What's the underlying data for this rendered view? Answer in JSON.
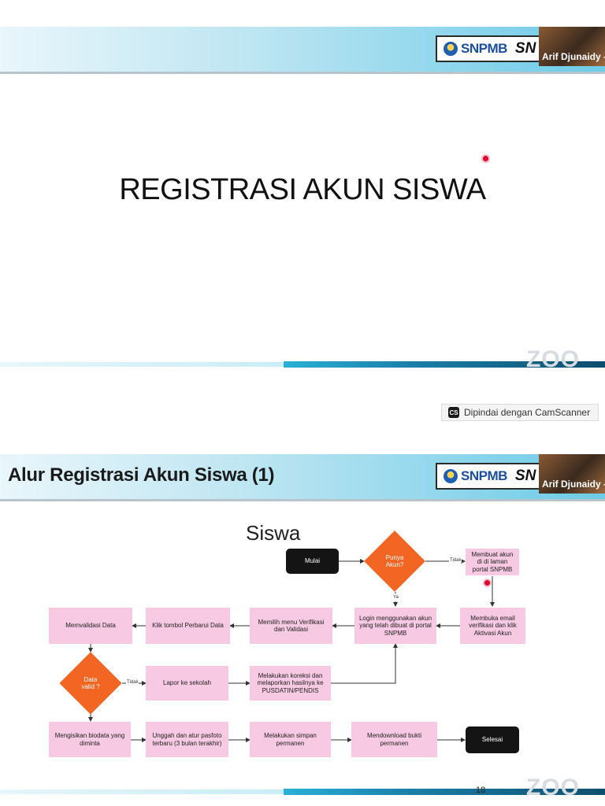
{
  "slide1": {
    "title": "REGISTRASI AKUN SISWA",
    "logo_text": "SNPMB",
    "logo_text_2": "SN",
    "presenter_name": "Arif Djunaidy -...",
    "zoom_watermark": "ZOO"
  },
  "scanner_badge": {
    "icon_label": "CS",
    "text": "Dipindai dengan CamScanner"
  },
  "slide2": {
    "title": "Alur Registrasi Akun Siswa (1)",
    "logo_text": "SNPMB",
    "logo_text_2": "SN",
    "presenter_name": "Arif Djunaidy -...",
    "lane_title": "Siswa",
    "page_number": "18",
    "zoom_watermark": "ZOO",
    "nodes": {
      "mulai": "Mulai",
      "punya_akun": "Punya Akun?",
      "membuat_akun": "Membuat akun di di laman portal SNPMB",
      "membuka_email": "Membuka email verifikasi dan klik Aktivasi Akun",
      "login": "Login menggunakan akun yang telah dibuat di portal SNPMB",
      "memilih_menu": "Memilih menu Verifikasi dan Validasi",
      "klik_perbarui": "Klik tombol Perbarui Data",
      "memvalidasi": "Memvalidasi Data",
      "data_valid": "Data valid ?",
      "lapor_sekolah": "Lapor ke sekolah",
      "melakukan_koreksi": "Melakukan koreksi dan melaporkan hasilnya ke PUSDATIN/PENDIS",
      "mengisikan_biodata": "Mengisikan biodata yang diminta",
      "unggah_pasfoto": "Unggah dan atur pasfoto terbaru (3 bulan terakhir)",
      "simpan_permanen": "Melakukan simpan permanen",
      "download_bukti": "Mendownload bukti permanen",
      "selesai": "Selesai"
    },
    "edge_labels": {
      "tidak_1": "Tidak",
      "ya_1": "Ya",
      "tidak_2": "Tidak"
    }
  }
}
